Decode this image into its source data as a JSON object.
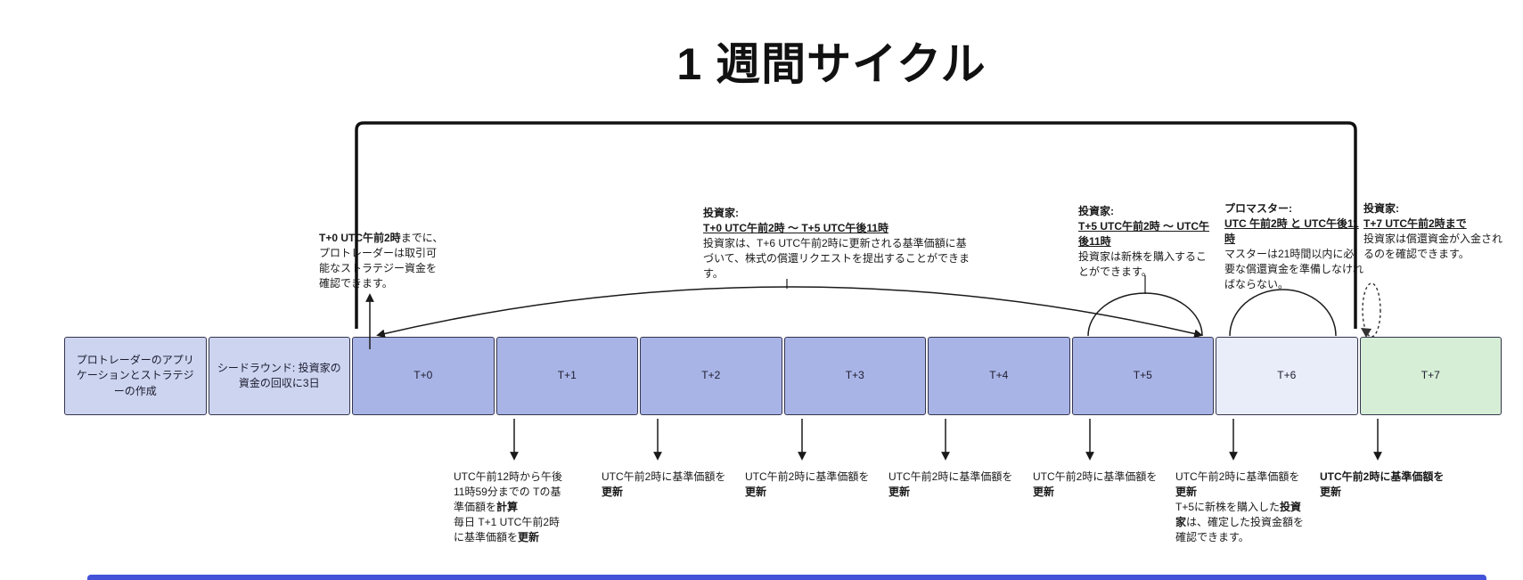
{
  "title": "1 週間サイクル",
  "timeline": {
    "cells": [
      {
        "label": "プロトレーダーのアプリケーションとストラテジーの作成"
      },
      {
        "label": "シードラウンド: 投資家の資金の回収に3日"
      },
      {
        "label": "T+0"
      },
      {
        "label": "T+1"
      },
      {
        "label": "T+2"
      },
      {
        "label": "T+3"
      },
      {
        "label": "T+4"
      },
      {
        "label": "T+5"
      },
      {
        "label": "T+6"
      },
      {
        "label": "T+7"
      }
    ],
    "colors": {
      "phase": "#ccd4f0",
      "day": "#a9b4e6",
      "settlement": "#e9edfa",
      "final": "#d6eed6",
      "next_row": "#4353d9"
    }
  },
  "top_notes": {
    "protrader": {
      "bold": "T+0 UTC午前2時",
      "text": "までに、プロトレーダーは取引可能なストラテジー資金を確認できます。"
    },
    "redeem": {
      "heading": "投資家:",
      "range": "T+0 UTC午前2時 〜 T+5 UTC午後11時",
      "text": "投資家は、T+6 UTC午前2時に更新される基準価額に基づいて、株式の償還リクエストを提出することができます。"
    },
    "purchase": {
      "heading": "投資家:",
      "range": "T+5 UTC午前2時 〜 UTC午後11時",
      "text": "投資家は新株を購入することができます。"
    },
    "promaster": {
      "heading": "プロマスター:",
      "range": "UTC 午前2時 と UTC午後11時",
      "text": "マスターは21時間以内に必要な償還資金を準備しなければならない。"
    },
    "confirm": {
      "heading": "投資家:",
      "range": "T+7 UTC午前2時まで",
      "text": "投資家は償還資金が入金されるのを確認できます。"
    }
  },
  "bottom_notes": {
    "t1": {
      "p1": "UTC午前12時から午後11時59分までの Tの基準価額を",
      "p1_bold": "計算",
      "p2": "毎日 T+1 UTC午前2時に基準価額を",
      "p2_bold": "更新"
    },
    "update": {
      "text": "UTC午前2時に基準価額を",
      "bold": "更新"
    },
    "t6_extra": {
      "pre": "T+5に新株を購入した",
      "bold": "投資家",
      "post": "は、確定した投資金額を確認できます。"
    },
    "t7": {
      "line1": "UTC午前2時に基準価額を",
      "line2": "更新"
    }
  }
}
